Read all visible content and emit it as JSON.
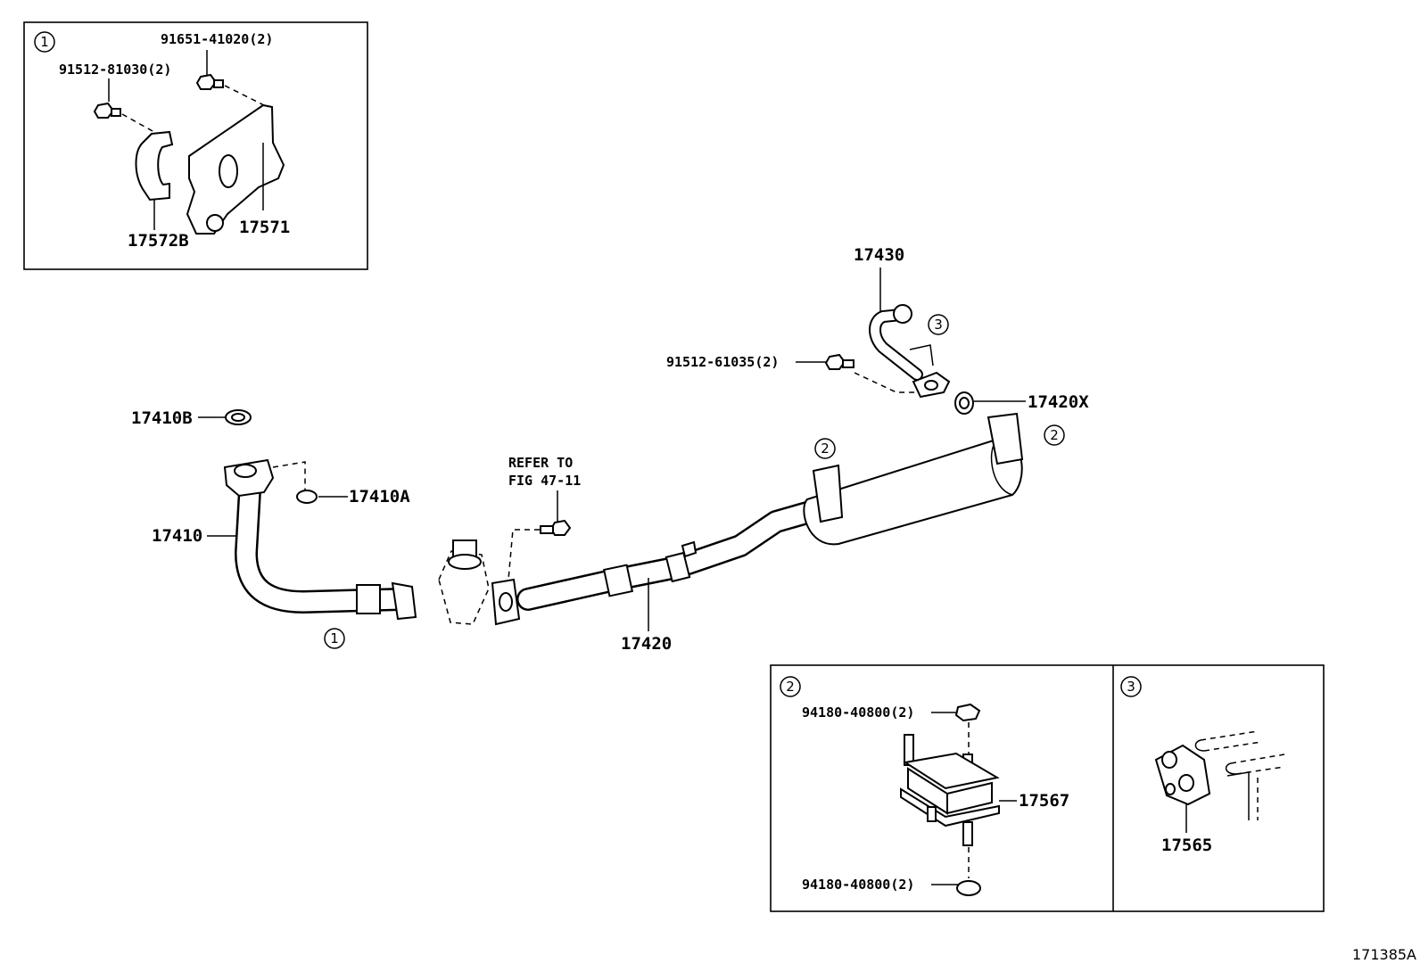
{
  "callouts": {
    "c1": "1",
    "c2": "2",
    "c3": "3"
  },
  "labels": {
    "bolt_91651": "91651-41020(2)",
    "bolt_91512_81030": "91512-81030(2)",
    "clamp_17572B": "17572B",
    "bracket_17571": "17571",
    "pipe_17430": "17430",
    "bolt_91512_61035": "91512-61035(2)",
    "gasket_17420X": "17420X",
    "gasket_17410B": "17410B",
    "nut_17410A": "17410A",
    "pipe_17410": "17410",
    "refer_line1": "REFER TO",
    "refer_line2": "FIG 47-11",
    "pipe_17420": "17420",
    "bolt_94180_top": "94180-40800(2)",
    "mount_17567": "17567",
    "bolt_94180_bottom": "94180-40800(2)",
    "hanger_17565": "17565"
  },
  "figure_code": "171385A"
}
